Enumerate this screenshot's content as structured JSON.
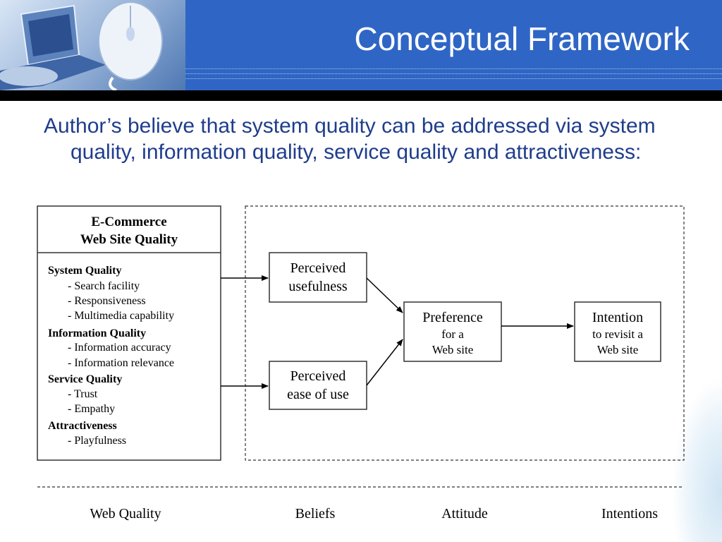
{
  "slide": {
    "title": "Conceptual Framework",
    "bullet": "Author’s believe that system quality can be addressed via system quality, information quality, service quality and attractiveness:"
  },
  "diagram": {
    "quality_box": {
      "heading_line1": "E-Commerce",
      "heading_line2": "Web Site Quality",
      "groups": [
        {
          "name": "System Quality",
          "items": [
            "- Search facility",
            "- Responsiveness",
            "- Multimedia capability"
          ]
        },
        {
          "name": "Information Quality",
          "items": [
            "- Information accuracy",
            "- Information relevance"
          ]
        },
        {
          "name": "Service Quality",
          "items": [
            "- Trust",
            "- Empathy"
          ]
        },
        {
          "name": "Attractiveness",
          "items": [
            "- Playfulness"
          ]
        }
      ]
    },
    "usefulness_box": {
      "line1": "Perceived",
      "line2": "usefulness"
    },
    "ease_box": {
      "line1": "Perceived",
      "line2": "ease of use"
    },
    "preference_box": {
      "line1": "Preference",
      "line2": "for a",
      "line3": "Web site"
    },
    "intention_box": {
      "line1": "Intention",
      "line2": "to revisit a",
      "line3": "Web site"
    },
    "stages": [
      "Web Quality",
      "Beliefs",
      "Attitude",
      "Intentions"
    ]
  },
  "colors": {
    "header_blue": "#2f66c5",
    "bullet_text": "#1f3d8c",
    "title_text": "#ffffff"
  }
}
